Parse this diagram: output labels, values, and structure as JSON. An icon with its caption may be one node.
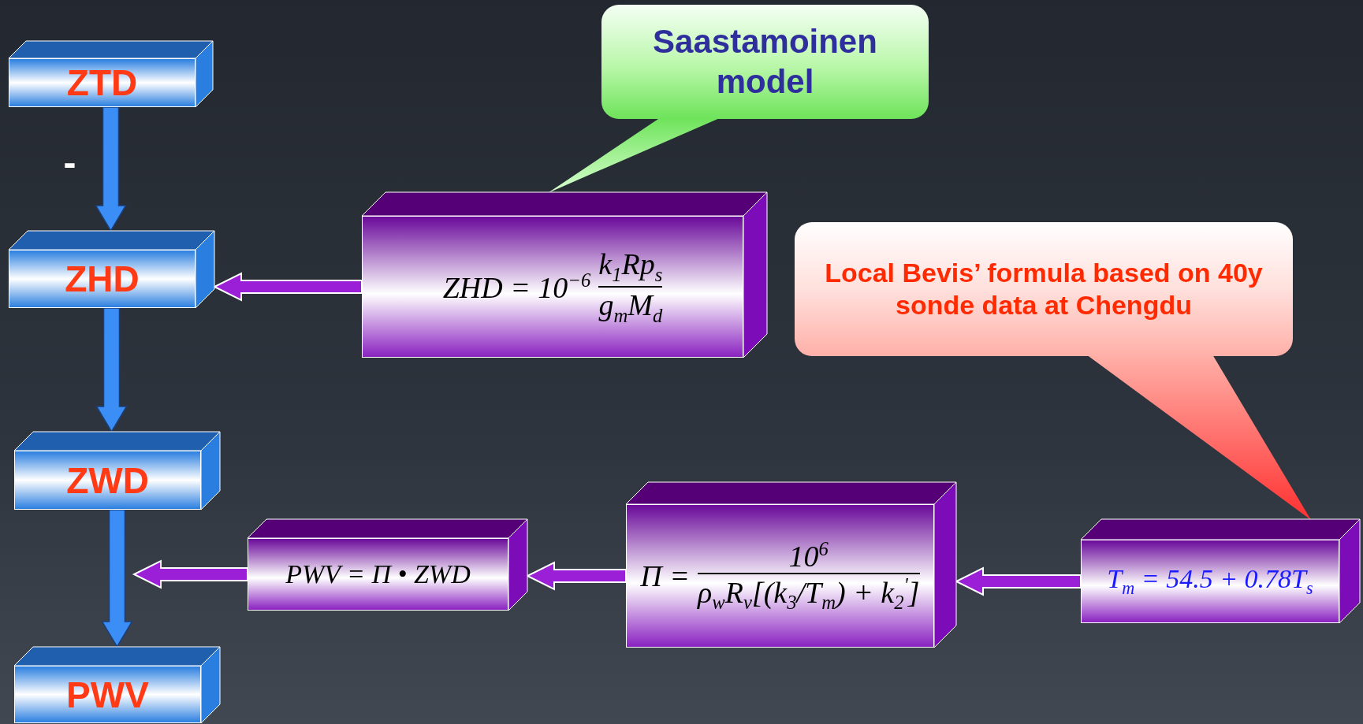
{
  "diagram": {
    "nodes": [
      {
        "text": [
          "ZTD"
        ]
      },
      {
        "text": [
          "ZHD"
        ]
      },
      {
        "text": [
          "ZWD"
        ]
      },
      {
        "text": [
          "PWV"
        ]
      },
      {
        "text": [
          "Saastamoinen model"
        ]
      },
      {
        "text": [
          "ZHD = 10$^{−6}$",
          "k$_{1}$Rp$_{s}$",
          "g$_{m}$M$_{d}$"
        ]
      },
      {
        "text": [
          "Local Bevis’ formula based on 40y sonde data at Chengdu"
        ]
      },
      {
        "text": [
          "PWV = Π • ZWD"
        ]
      },
      {
        "text": [
          "Π =",
          "10$^{6}$",
          "ρ$_{w}$R$_{v}$[(k$_{3}$/T$_{m}$) + k$_{2}$$^{'}$]"
        ]
      },
      {
        "text": [
          "T$_{m}$ = 54.5 + 0.78T$_{s}$"
        ]
      }
    ],
    "edges": [
      {
        "from": 0,
        "to": 1,
        "arrow": "to",
        "label": "-",
        "color": "#3a8ef5"
      },
      {
        "from": 1,
        "to": 2,
        "arrow": "to",
        "color": "#3a8ef5"
      },
      {
        "from": 2,
        "to": 3,
        "arrow": "to",
        "color": "#3a8ef5"
      },
      {
        "from": 5,
        "to": 1,
        "arrow": "to"
      },
      {
        "from": 4,
        "to": 5,
        "arrow": "none"
      },
      {
        "from": 6,
        "to": 9,
        "arrow": "none"
      },
      {
        "from": 9,
        "to": 8,
        "arrow": "to"
      },
      {
        "from": 8,
        "to": 7,
        "arrow": "to"
      },
      {
        "from": 7,
        "to": null,
        "arrow": "to"
      }
    ]
  }
}
